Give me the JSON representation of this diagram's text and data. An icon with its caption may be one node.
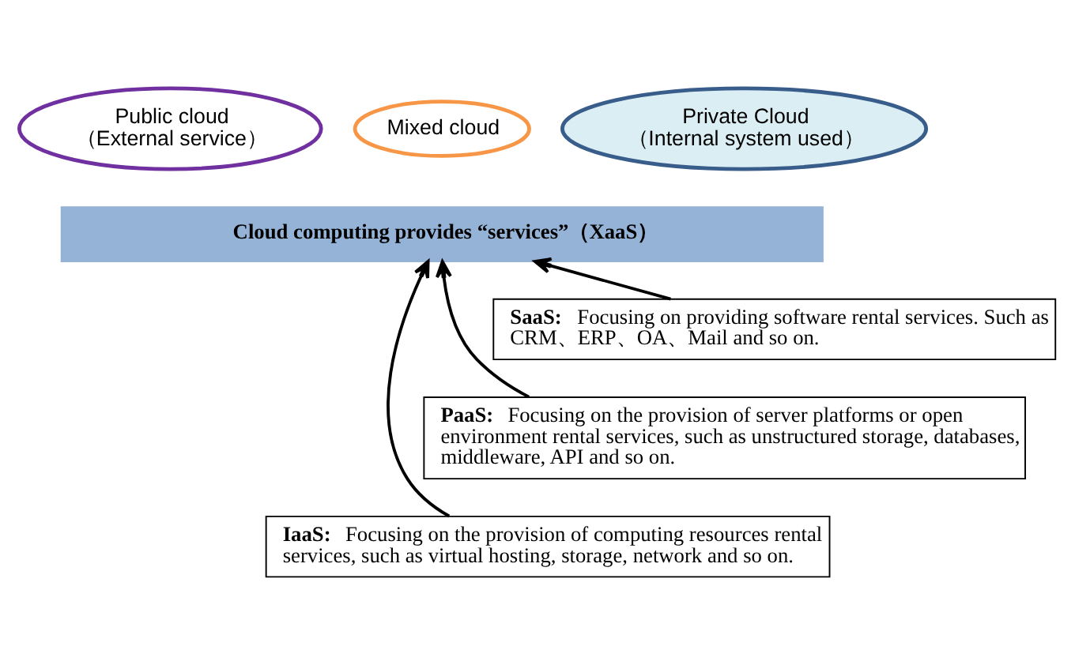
{
  "diagram": {
    "nodes": [
      {
        "text": [
          "Public cloud",
          "（External service）"
        ]
      },
      {
        "text": [
          "Mixed cloud"
        ]
      },
      {
        "text": [
          "Private Cloud",
          "（Internal system used）"
        ]
      },
      {
        "text": [
          "Cloud computing provides “services”（XaaS）"
        ]
      },
      {
        "text": [
          "SaaS:",
          "Focusing on providing software rental services. Such as CRM、ERP、OA、Mail and so on."
        ]
      },
      {
        "text": [
          "PaaS:",
          "Focusing on the provision of server platforms or open environment rental services, such as unstructured storage, databases, middleware, API and so on."
        ]
      },
      {
        "text": [
          "IaaS:",
          "Focusing on the provision of computing resources rental services, such as virtual hosting, storage, network and so on."
        ]
      }
    ],
    "edges": [
      {
        "from": 4,
        "to": 3,
        "arrow": "to"
      },
      {
        "from": 5,
        "to": 3,
        "arrow": "to"
      },
      {
        "from": 6,
        "to": 3,
        "arrow": "to"
      }
    ]
  }
}
